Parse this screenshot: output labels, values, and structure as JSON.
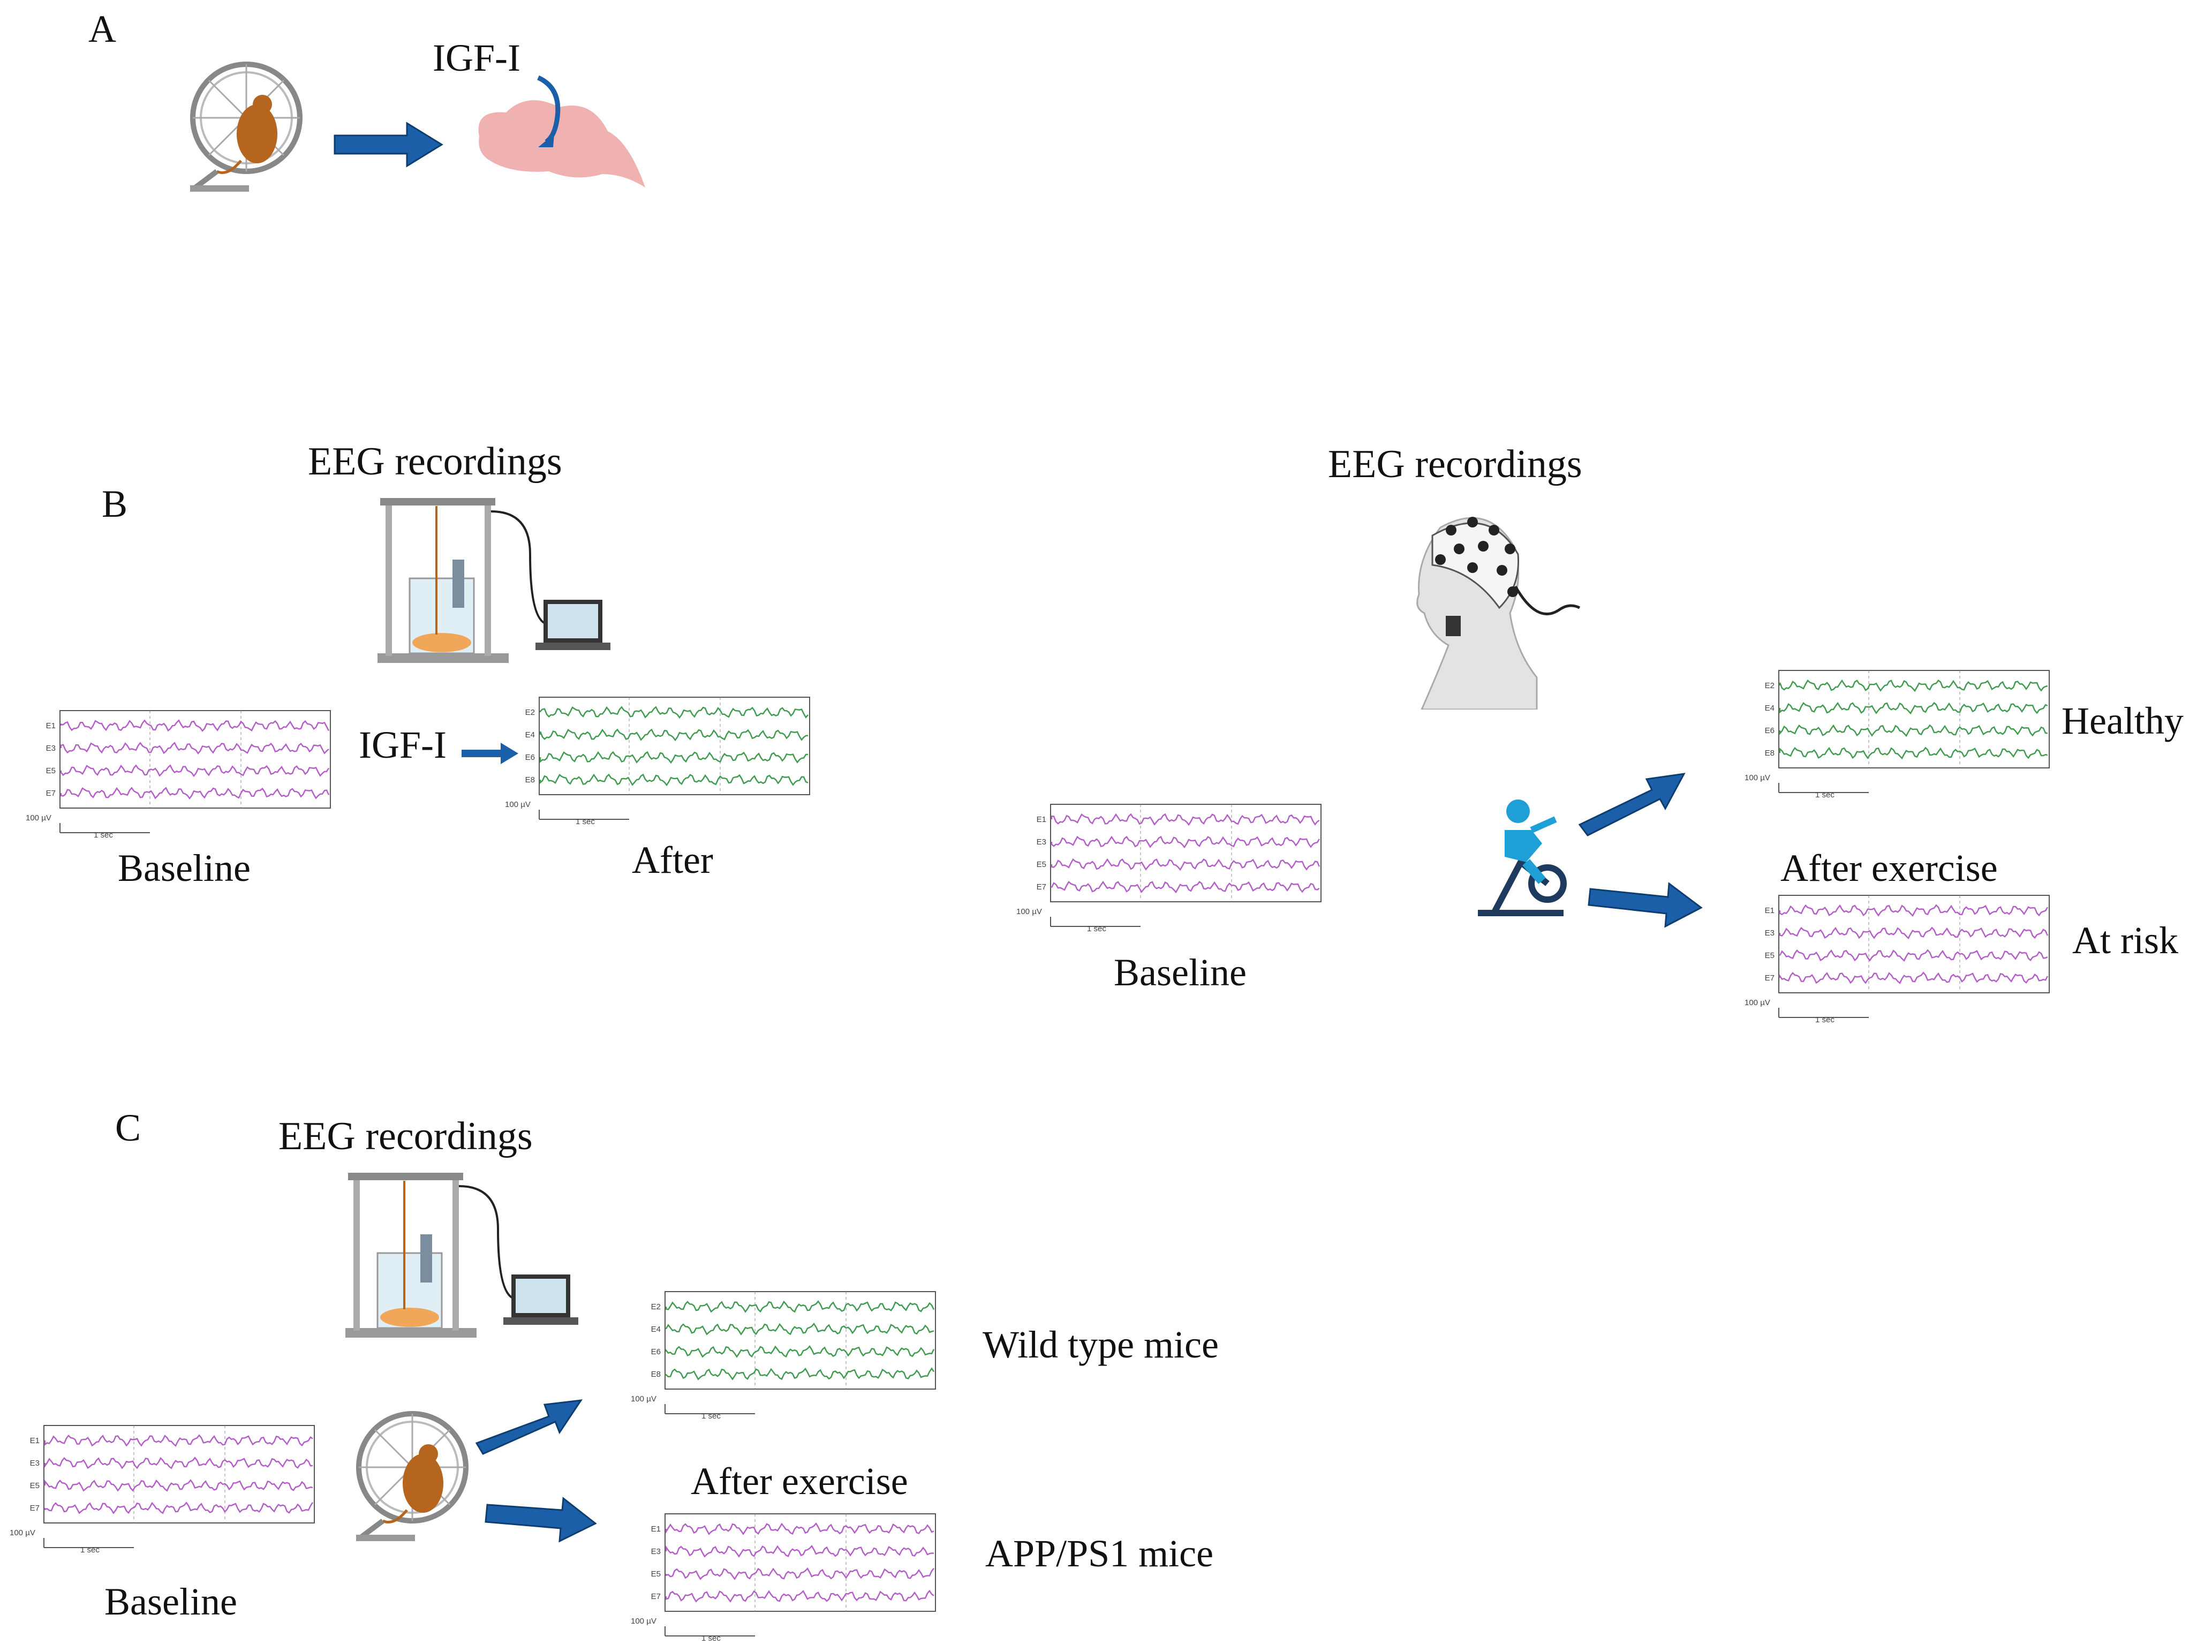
{
  "panels": {
    "a": "A",
    "b": "B",
    "c": "C"
  },
  "panel_a": {
    "igf_label": "IGF-I"
  },
  "panel_b_mouse": {
    "title": "EEG recordings",
    "igf_label": "IGF-I",
    "baseline_label": "Baseline",
    "after_label": "After"
  },
  "panel_b_human": {
    "title": "EEG recordings",
    "baseline_label": "Baseline",
    "after_exercise_label": "After exercise",
    "healthy_label": "Healthy",
    "at_risk_label": "At risk"
  },
  "panel_c": {
    "title": "EEG recordings",
    "baseline_label": "Baseline",
    "after_exercise_label": "After exercise",
    "wild_type_label": "Wild type mice",
    "app_label": "APP/PS1 mice"
  },
  "eeg_purple_channels": [
    "E1",
    "E3",
    "E5",
    "E7"
  ],
  "eeg_green_channels": [
    "E2",
    "E4",
    "E6",
    "E8"
  ],
  "eeg_scale": {
    "amplitude": "100 µV",
    "time": "1 sec"
  },
  "colors": {
    "purple_trace": "#b55ec9",
    "green_trace": "#3f9b4f",
    "arrow_blue": "#1a5fa8",
    "brain_pink": "#f0b2b0",
    "mouse_brown": "#b5651d"
  }
}
